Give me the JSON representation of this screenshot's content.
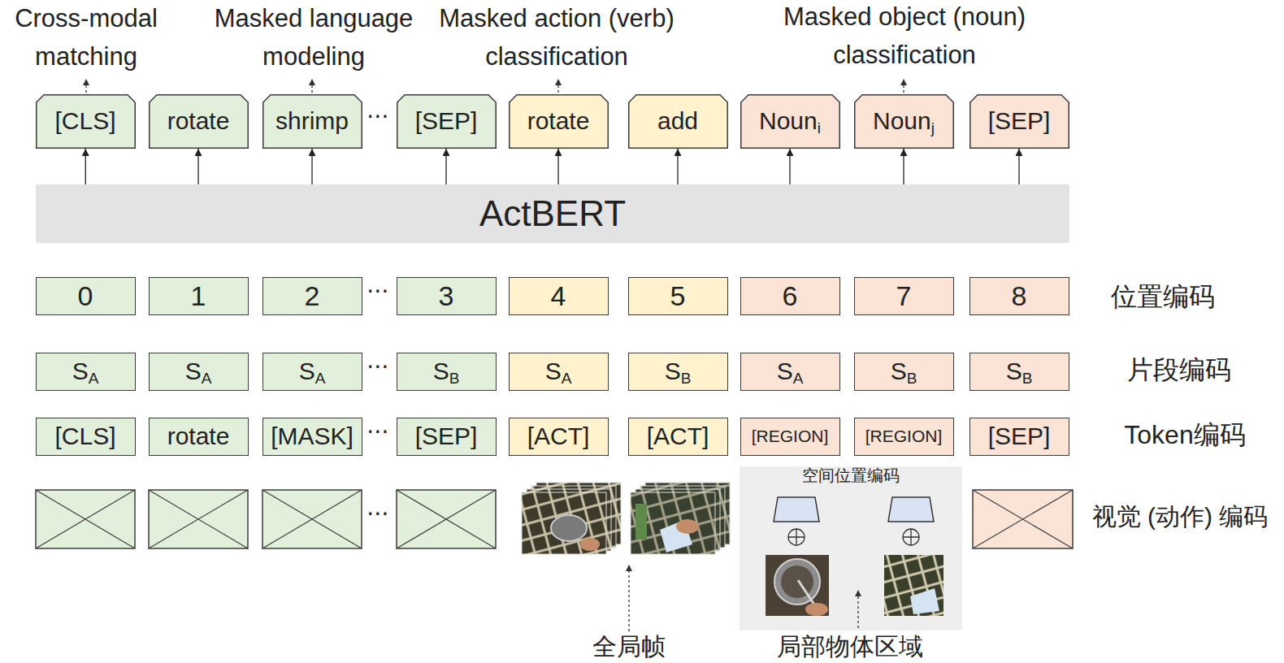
{
  "diagram": {
    "nodes": [
      {
        "text": [
          "[CLS]"
        ]
      },
      {
        "text": [
          "rotate"
        ]
      },
      {
        "text": [
          "shrimp"
        ]
      },
      {
        "text": [
          "[SEP]"
        ]
      },
      {
        "text": [
          "rotate"
        ]
      },
      {
        "text": [
          "add"
        ]
      },
      {
        "text": [
          "Noun",
          "i"
        ]
      },
      {
        "text": [
          "Noun",
          "j"
        ]
      },
      {
        "text": [
          "[SEP]"
        ]
      },
      {
        "text": [
          "ActBERT"
        ]
      },
      {
        "text": [
          "0"
        ]
      },
      {
        "text": [
          "1"
        ]
      },
      {
        "text": [
          "2"
        ]
      },
      {
        "text": [
          "3"
        ]
      },
      {
        "text": [
          "4"
        ]
      },
      {
        "text": [
          "5"
        ]
      },
      {
        "text": [
          "6"
        ]
      },
      {
        "text": [
          "7"
        ]
      },
      {
        "text": [
          "8"
        ]
      },
      {
        "text": [
          "S",
          "A"
        ]
      },
      {
        "text": [
          "S",
          "A"
        ]
      },
      {
        "text": [
          "S",
          "A"
        ]
      },
      {
        "text": [
          "S",
          "B"
        ]
      },
      {
        "text": [
          "S",
          "A"
        ]
      },
      {
        "text": [
          "S",
          "B"
        ]
      },
      {
        "text": [
          "S",
          "A"
        ]
      },
      {
        "text": [
          "S",
          "B"
        ]
      },
      {
        "text": [
          "S",
          "B"
        ]
      },
      {
        "text": [
          "[CLS]"
        ]
      },
      {
        "text": [
          "rotate"
        ]
      },
      {
        "text": [
          "[MASK]"
        ]
      },
      {
        "text": [
          "[SEP]"
        ]
      },
      {
        "text": [
          "[ACT]"
        ]
      },
      {
        "text": [
          "[ACT]"
        ]
      },
      {
        "text": [
          "[REGION]"
        ]
      },
      {
        "text": [
          "[REGION]"
        ]
      },
      {
        "text": [
          "[SEP]"
        ]
      },
      {
        "text": [
          "空间位置编码"
        ]
      }
    ],
    "edges": [
      {
        "from": 9,
        "to": 0,
        "arrow": "to"
      },
      {
        "from": 9,
        "to": 1,
        "arrow": "to"
      },
      {
        "from": 9,
        "to": 2,
        "arrow": "to"
      },
      {
        "from": 9,
        "to": 3,
        "arrow": "to"
      },
      {
        "from": 9,
        "to": 4,
        "arrow": "to"
      },
      {
        "from": 9,
        "to": 5,
        "arrow": "to"
      },
      {
        "from": 9,
        "to": 6,
        "arrow": "to"
      },
      {
        "from": 9,
        "to": 7,
        "arrow": "to"
      },
      {
        "from": 9,
        "to": 8,
        "arrow": "to"
      }
    ],
    "labels": [
      "Cross-modal matching",
      "Masked language modeling",
      "Masked action (verb) classification",
      "Masked object (noun) classification",
      "⋯",
      "⋯",
      "位置编码",
      "⋯",
      "片段编码",
      "⋯",
      "Token编码",
      "⋯",
      "视觉 (动作) 编码",
      "全局帧",
      "局部物体区域"
    ]
  }
}
